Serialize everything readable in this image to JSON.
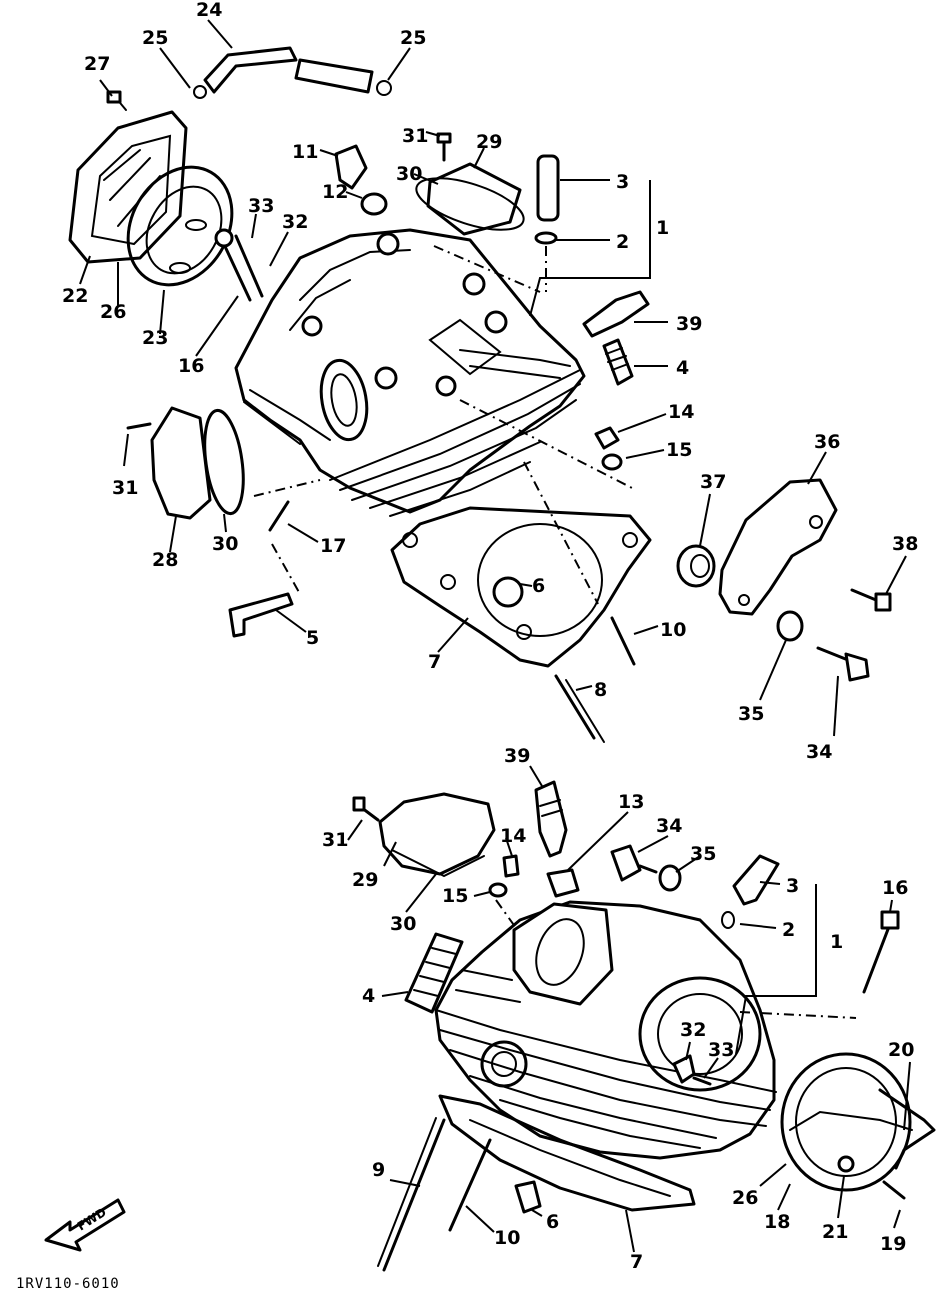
{
  "diagram": {
    "code": "1RV110-6010",
    "fwd_label": "FWD",
    "callouts": {
      "c24": "24",
      "c25a": "25",
      "c25b": "25",
      "c27": "27",
      "c31a": "31",
      "c29a": "29",
      "c11": "11",
      "c12": "12",
      "c30a": "30",
      "c3a": "3",
      "c2a": "2",
      "c1a": "1",
      "c33a": "33",
      "c32a": "32",
      "c22": "22",
      "c26a": "26",
      "c23": "23",
      "c16a": "16",
      "c39a": "39",
      "c4a": "4",
      "c14a": "14",
      "c15a": "15",
      "c36": "36",
      "c37": "37",
      "c31b": "31",
      "c30b": "30",
      "c28": "28",
      "c17": "17",
      "c38": "38",
      "c6a": "6",
      "c5": "5",
      "c7a": "7",
      "c10a": "10",
      "c8": "8",
      "c35a": "35",
      "c34a": "34",
      "c39b": "39",
      "c13": "13",
      "c34b": "34",
      "c35b": "35",
      "c14b": "14",
      "c31c": "31",
      "c29b": "29",
      "c15b": "15",
      "c30c": "30",
      "c3b": "3",
      "c16b": "16",
      "c2b": "2",
      "c1b": "1",
      "c4b": "4",
      "c20": "20",
      "c32b": "32",
      "c33b": "33",
      "c9": "9",
      "c26b": "26",
      "c18": "18",
      "c21": "21",
      "c19": "19",
      "c10b": "10",
      "c6b": "6",
      "c7b": "7"
    }
  }
}
